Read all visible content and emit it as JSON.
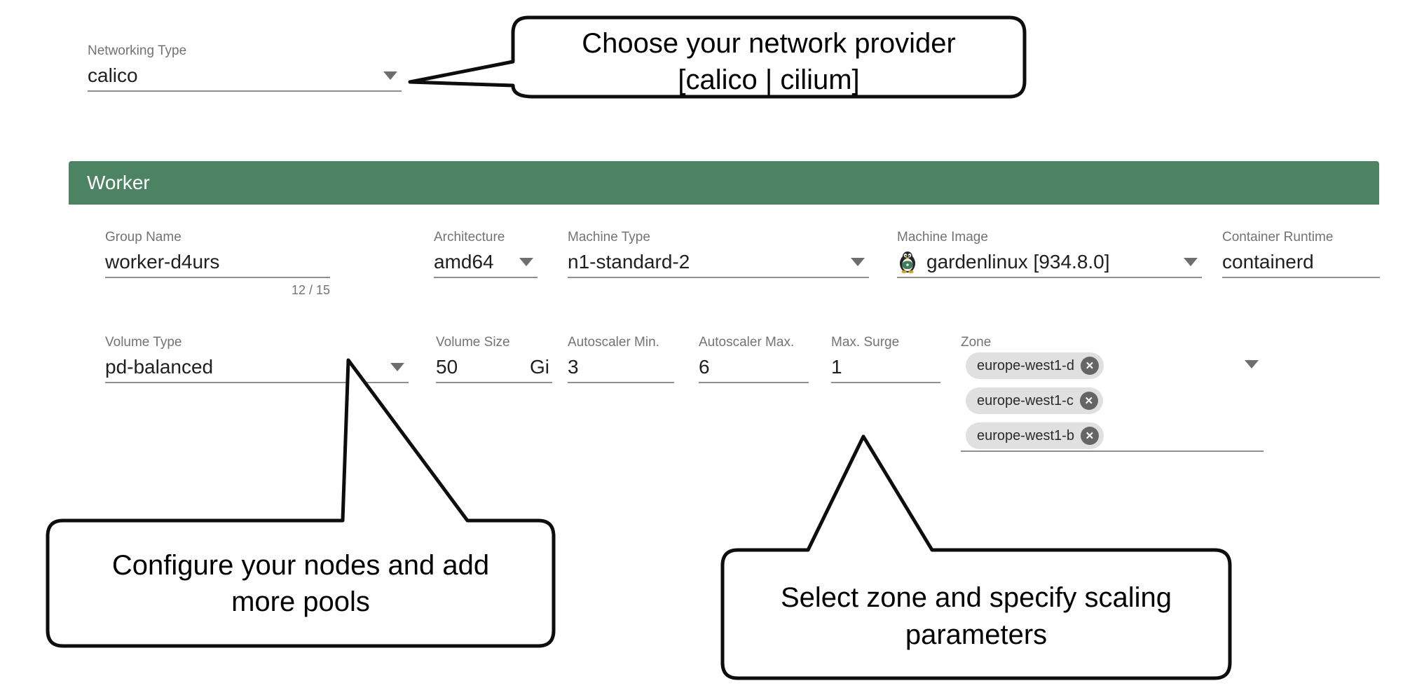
{
  "networking": {
    "label": "Networking Type",
    "value": "calico"
  },
  "callouts": {
    "network": {
      "line1": "Choose your network provider",
      "line2": "[calico | cilium]"
    },
    "nodes": {
      "line1": "Configure your nodes and add",
      "line2": "more pools"
    },
    "zone": {
      "line1": "Select zone and specify scaling",
      "line2": "parameters"
    }
  },
  "worker": {
    "title": "Worker",
    "header_color": "#4c8363",
    "fields": {
      "group_name": {
        "label": "Group Name",
        "value": "worker-d4urs",
        "counter": "12 / 15"
      },
      "architecture": {
        "label": "Architecture",
        "value": "amd64"
      },
      "machine_type": {
        "label": "Machine Type",
        "value": "n1-standard-2"
      },
      "machine_image": {
        "label": "Machine Image",
        "value": "gardenlinux [934.8.0]",
        "icon": "gardenlinux-penguin-icon"
      },
      "container_runtime": {
        "label": "Container Runtime",
        "value": "containerd"
      },
      "volume_type": {
        "label": "Volume Type",
        "value": "pd-balanced"
      },
      "volume_size": {
        "label": "Volume Size",
        "value": "50",
        "suffix": "Gi"
      },
      "autoscaler_min": {
        "label": "Autoscaler Min.",
        "value": "3"
      },
      "autoscaler_max": {
        "label": "Autoscaler Max.",
        "value": "6"
      },
      "max_surge": {
        "label": "Max. Surge",
        "value": "1"
      },
      "zone": {
        "label": "Zone",
        "chips": [
          {
            "label": "europe-west1-d"
          },
          {
            "label": "europe-west1-c"
          },
          {
            "label": "europe-west1-b"
          }
        ],
        "remove_glyph": "✕"
      }
    }
  }
}
